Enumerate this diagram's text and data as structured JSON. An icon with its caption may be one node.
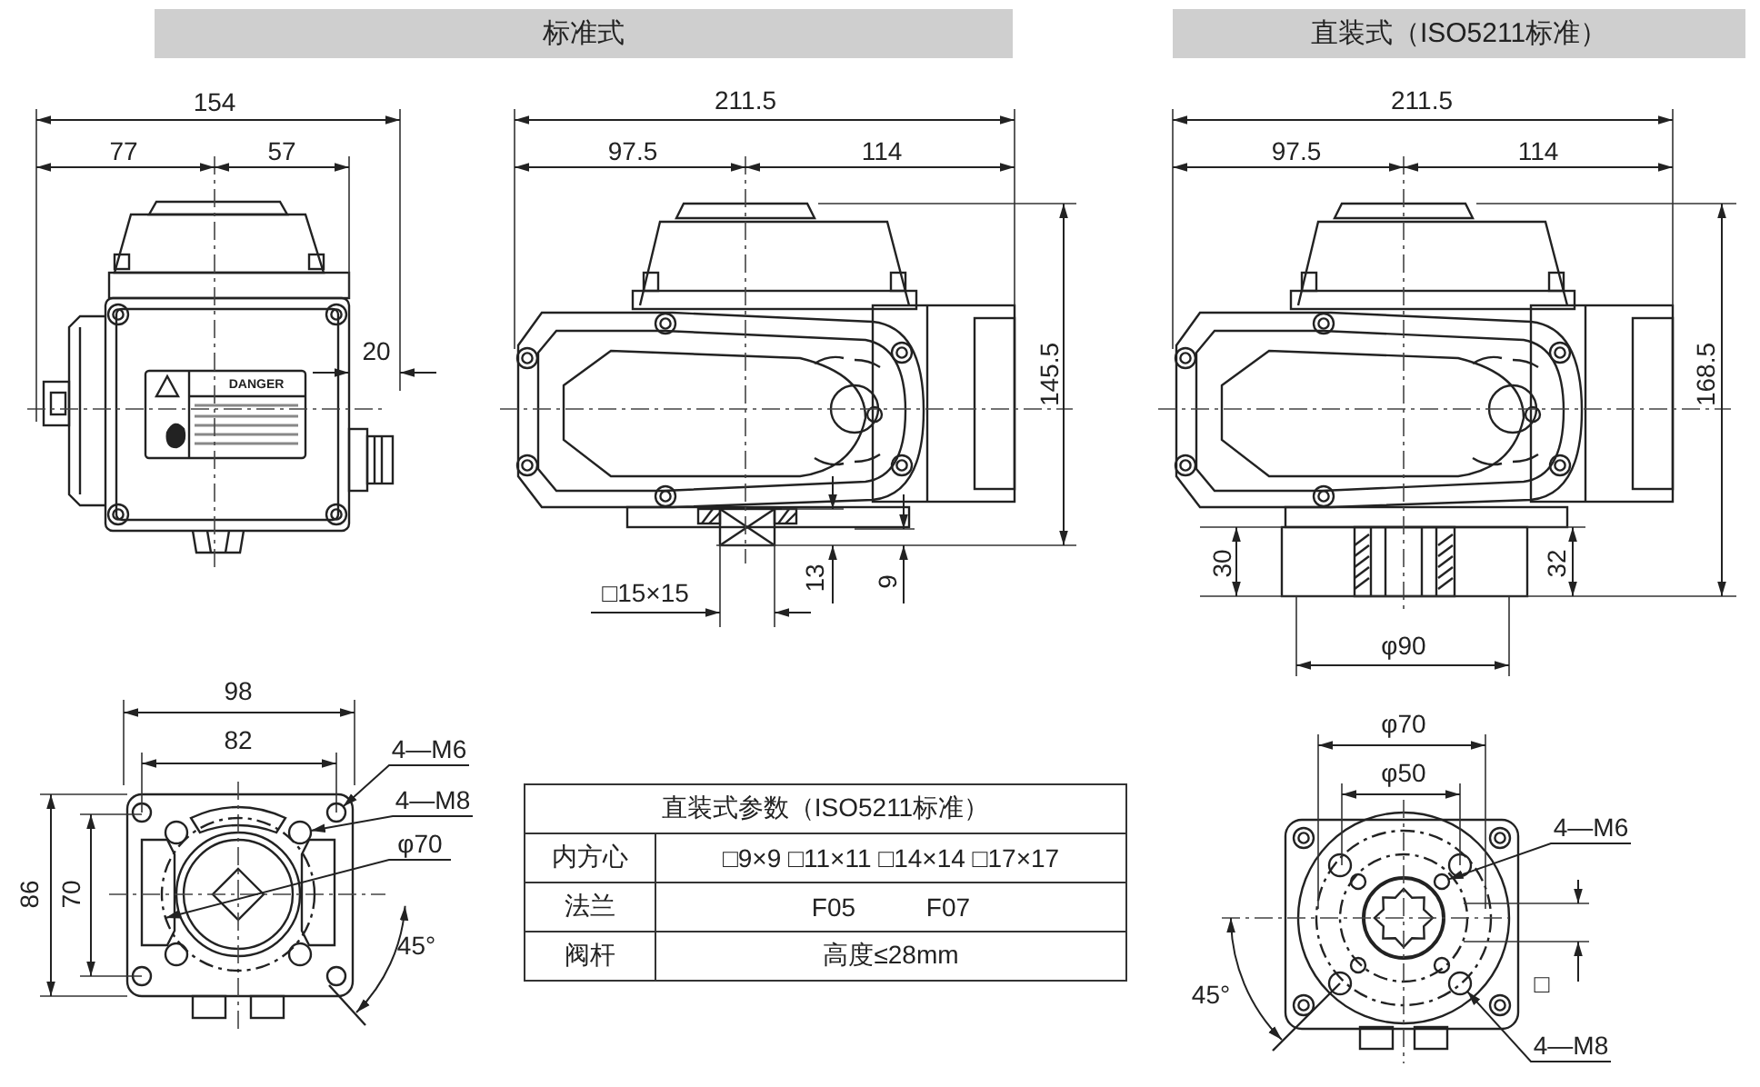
{
  "diagram": {
    "nodes": [
      {
        "text": [
          "标准式"
        ]
      },
      {
        "text": [
          "直装式（ISO5211标准）"
        ]
      },
      {
        "text": [
          "4—M6"
        ]
      },
      {
        "text": [
          "4—M8"
        ]
      },
      {
        "text": [
          "φ70"
        ]
      },
      {
        "text": [
          "4—M6"
        ]
      },
      {
        "text": [
          "4—M8"
        ]
      },
      {
        "text": [],
        "shape": "circle"
      },
      {
        "text": [],
        "shape": "circle"
      },
      {
        "text": [],
        "shape": "circle"
      },
      {
        "text": [],
        "shape": "circle"
      },
      {
        "text": [],
        "shape": "circle"
      }
    ],
    "edges": [
      {
        "from": 2,
        "to": 7,
        "arrow": "to"
      },
      {
        "from": 3,
        "to": 8,
        "arrow": "to"
      },
      {
        "from": 4,
        "to": 9,
        "arrow": "to"
      },
      {
        "from": 5,
        "to": 10,
        "arrow": "to"
      },
      {
        "from": 6,
        "to": 11,
        "arrow": "to"
      }
    ],
    "labels": [
      "154",
      "77",
      "57",
      "20",
      "DANGER",
      "211.5",
      "97.5",
      "114",
      "145.5",
      "13",
      "9",
      "□15×15",
      "211.5",
      "97.5",
      "114",
      "168.5",
      "30",
      "32",
      "φ90",
      "98",
      "82",
      "86",
      "70",
      "45°",
      "直装式参数（ISO5211标准）",
      "内方心",
      "□9×9 □11×11 □14×14 □17×17",
      "法兰",
      "F05 F07",
      "阀杆",
      "高度≤28mm",
      "φ70",
      "φ50",
      "45°",
      "□"
    ]
  }
}
